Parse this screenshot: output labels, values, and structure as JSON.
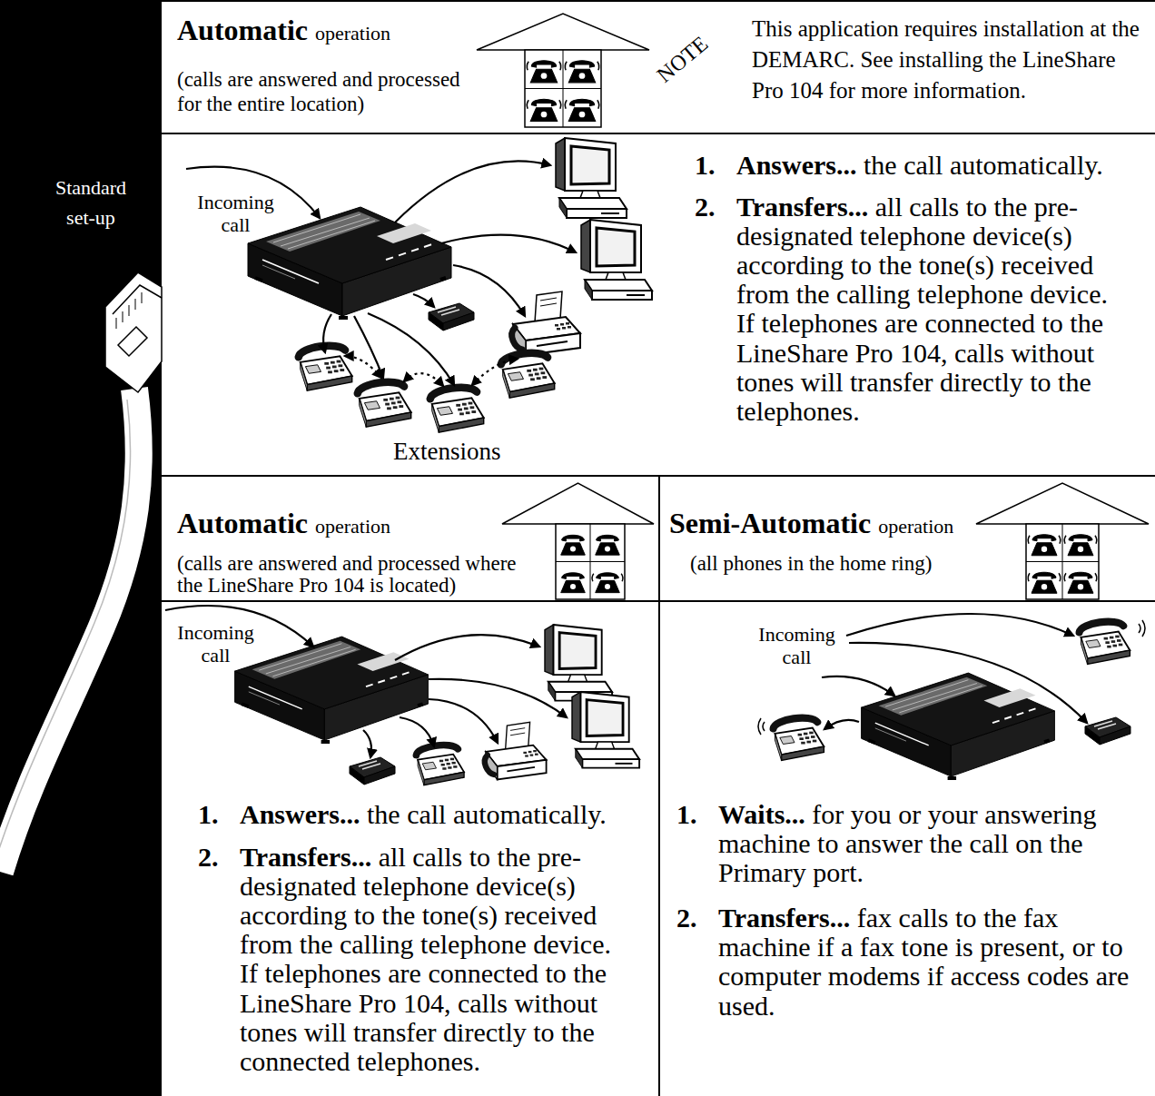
{
  "diagram": {
    "nodes": [
      {
        "text": [
          "Standard set-up"
        ]
      },
      {
        "text": [
          "Automatic",
          "operation",
          "(calls are answered and processed for the entire location)",
          "This application requires installation at the DEMARC. See installing the LineShare Pro 104 for more information."
        ]
      },
      {
        "text": [
          "1.",
          "Answers...",
          "the call automatically.",
          "2.",
          "Transfers...",
          "all calls to the pre-designated telephone device(s) according to the tone(s) received from the calling telephone device. If telephones are connected to the LineShare Pro 104, calls without tones will transfer directly to the telephones."
        ]
      },
      {
        "text": [
          "Automatic",
          "operation",
          "(calls are answered and processed where the LineShare Pro 104 is located)"
        ]
      },
      {
        "text": [
          "1.",
          "Answers...",
          "the call automatically.",
          "2.",
          "Transfers...",
          "all calls to the pre-designated telephone device(s) according to the tone(s) received from the calling telephone device. If telephones are connected to the LineShare Pro 104, calls without tones will transfer directly to the connected telephones."
        ]
      },
      {
        "text": [
          "Semi-Automatic",
          "operation",
          "(all phones in the home ring)"
        ]
      },
      {
        "text": [
          "1.",
          "Waits...",
          "for you or your answering machine to answer the call on the Primary port.",
          "2.",
          "Transfers...",
          "fax calls to the fax machine if a fax tone is present, or to computer modems if access codes are used."
        ]
      }
    ],
    "labels": [
      "NOTE",
      "Incoming call",
      "Extensions",
      "Incoming call",
      "Incoming call"
    ]
  }
}
